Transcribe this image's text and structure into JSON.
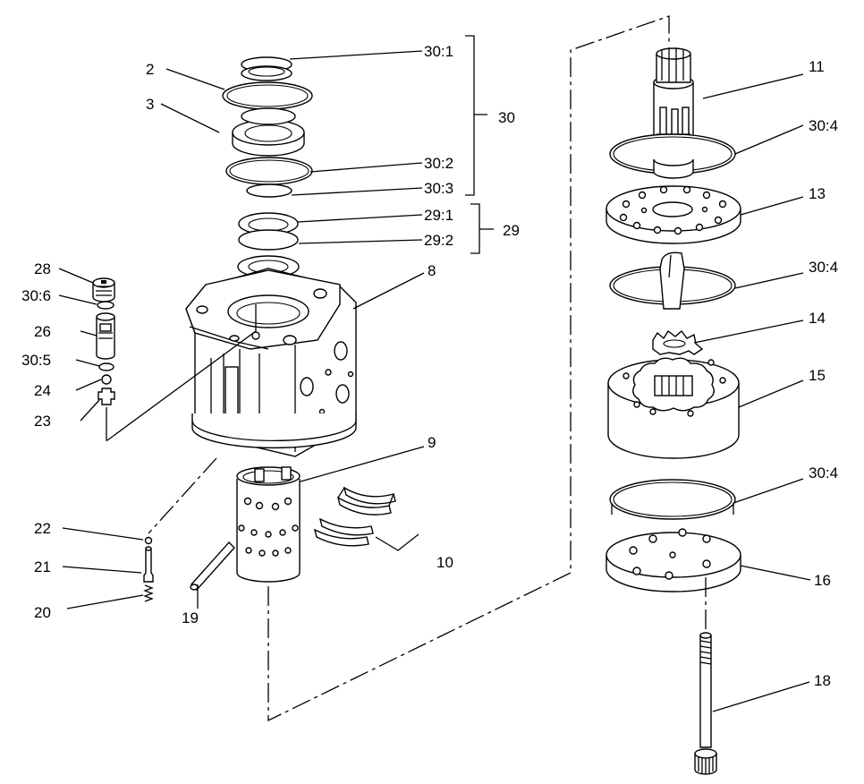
{
  "labels": {
    "l2": "2",
    "l3": "3",
    "l8": "8",
    "l9": "9",
    "l10": "10",
    "l11": "11",
    "l13": "13",
    "l14": "14",
    "l15": "15",
    "l16": "16",
    "l18": "18",
    "l19": "19",
    "l20": "20",
    "l21": "21",
    "l22": "22",
    "l23": "23",
    "l24": "24",
    "l26": "26",
    "l28": "28",
    "l29": "29",
    "l29_1": "29:1",
    "l29_2": "29:2",
    "l30": "30",
    "l30_1": "30:1",
    "l30_2": "30:2",
    "l30_3": "30:3",
    "l30_4a": "30:4",
    "l30_4b": "30:4",
    "l30_4c": "30:4",
    "l30_5": "30:5",
    "l30_6": "30:6"
  }
}
